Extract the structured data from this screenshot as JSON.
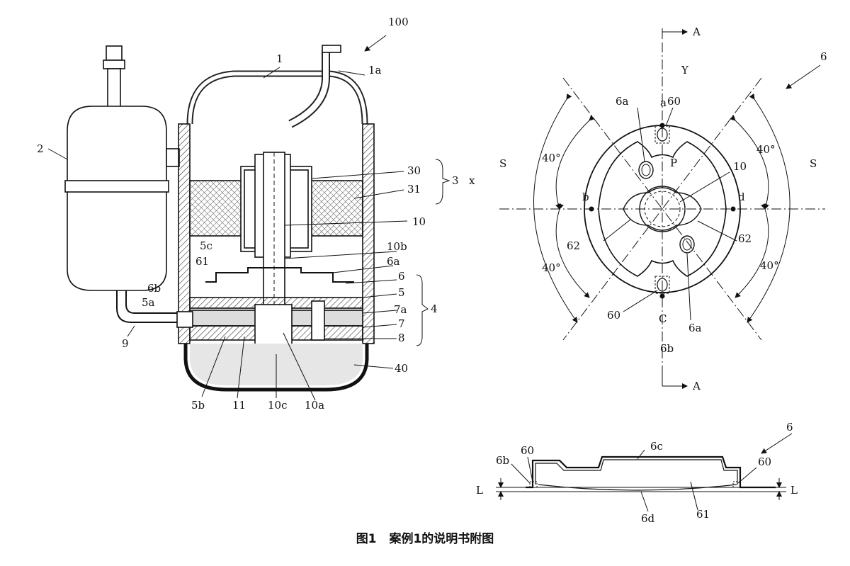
{
  "labels": {
    "l100": "100",
    "l1": "1",
    "l1a": "1a",
    "l2": "2",
    "l30": "30",
    "l31": "31",
    "l3": "3",
    "l10": "10",
    "l5c": "5c",
    "l10b": "10b",
    "l61": "61",
    "l6a": "6a",
    "l6": "6",
    "l6b": "6b",
    "l5": "5",
    "l5a": "5a",
    "l7a": "7a",
    "l4": "4",
    "l7": "7",
    "l8": "8",
    "l9": "9",
    "l40": "40",
    "l5b": "5b",
    "l11": "11",
    "l10c": "10c",
    "l10a": "10a"
  },
  "plan_labels": {
    "a_top": "A",
    "a_bottom": "A",
    "y": "Y",
    "x": "x",
    "ref6": "6",
    "s_left": "S",
    "s_right": "S",
    "ang_tl": "40°",
    "ang_tr": "40°",
    "ang_bl": "40°",
    "ang_br": "40°",
    "p6a_tl": "6a",
    "pa": "a",
    "p60_top": "60",
    "pP": "P",
    "p10": "10",
    "pb": "b",
    "pd": "d",
    "p62_l": "62",
    "p62_r": "62",
    "p60_bot": "60",
    "pC": "C",
    "p6a_br": "6a",
    "p6b": "6b"
  },
  "section_labels": {
    "ref6": "6",
    "s6c": "6c",
    "s6b": "6b",
    "s60_l": "60",
    "s60_r": "60",
    "sL_l": "L",
    "sL_r": "L",
    "s6d": "6d",
    "s61": "61"
  },
  "caption": {
    "figure_no": "图1",
    "title": "案例1的说明书附图"
  }
}
